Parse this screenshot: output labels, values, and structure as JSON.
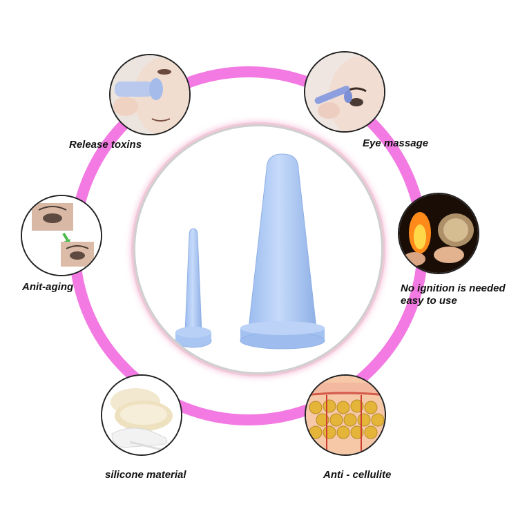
{
  "features": [
    {
      "id": "release-toxins",
      "label": "Release toxins",
      "icon": "face-cupping-cheek"
    },
    {
      "id": "eye-massage",
      "label": "Eye massage",
      "icon": "eye-cupping"
    },
    {
      "id": "anti-aging",
      "label": "Anit-aging",
      "icon": "eye-before-after"
    },
    {
      "id": "no-ignition",
      "label_line1": "No ignition is needed",
      "label_line2": "easy to use",
      "icon": "flame-glass-cup"
    },
    {
      "id": "silicone-material",
      "label": "silicone material",
      "icon": "silicone-pads-gloves"
    },
    {
      "id": "anti-cellulite",
      "label": "Anti - cellulite",
      "icon": "skin-cross-section"
    }
  ],
  "colors": {
    "ring": "#f27ae2",
    "cup": "#a9c6f2",
    "cup_shade": "#8fb1e8",
    "center_glow": "#f4b8d4"
  }
}
